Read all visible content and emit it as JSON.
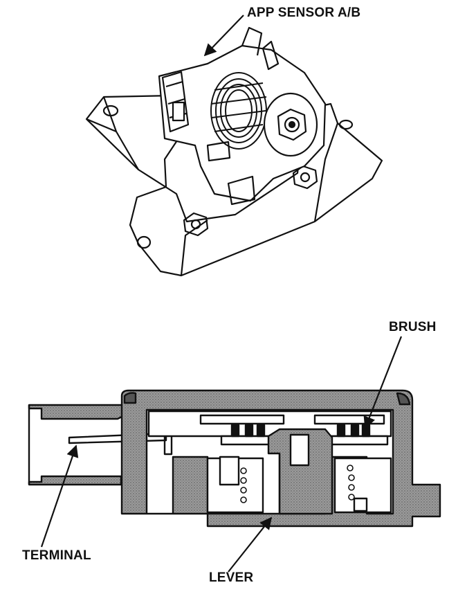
{
  "labels": {
    "app_sensor": "APP SENSOR A/B",
    "brush": "BRUSH",
    "terminal": "TERMINAL",
    "lever": "LEVER"
  },
  "colors": {
    "ink": "#111111",
    "housing_fill": "#8a8a8a",
    "background": "#ffffff"
  }
}
